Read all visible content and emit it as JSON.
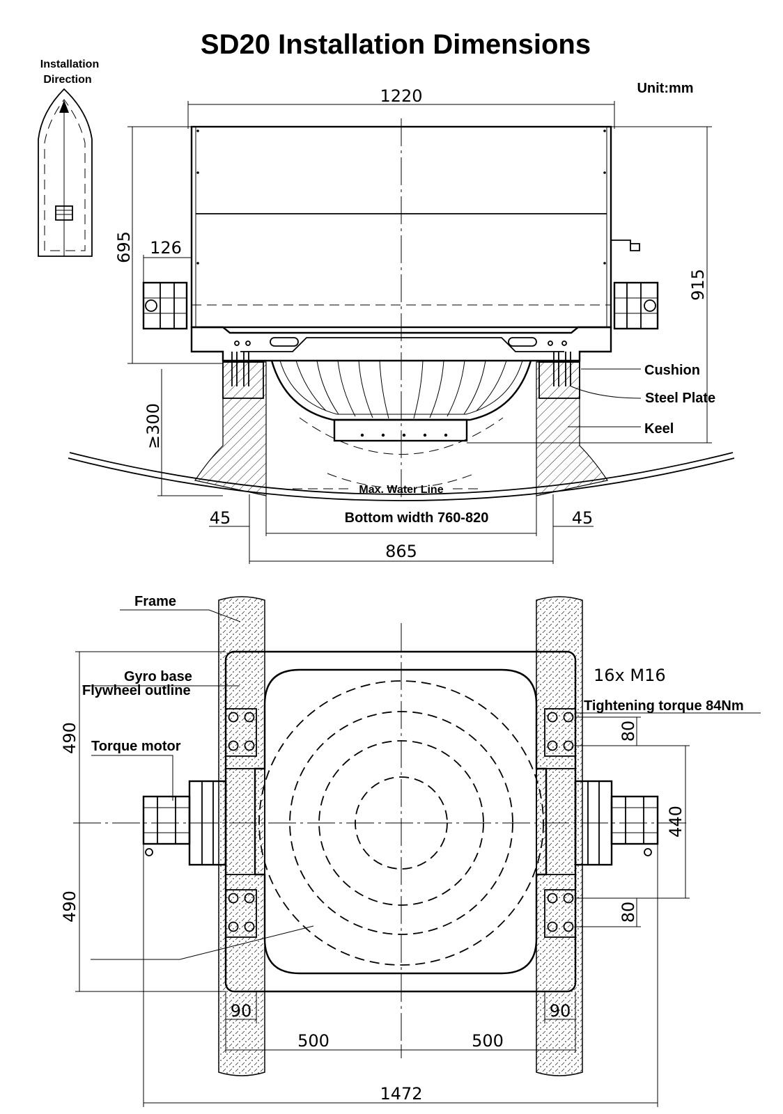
{
  "title": "SD20 Installation Dimensions",
  "unit": "Unit:mm",
  "installation_direction": [
    "Installation",
    "Direction"
  ],
  "side_view": {
    "dims": {
      "overall_width": "1220",
      "height_to_base": "695",
      "total_height": "915",
      "motor_offset": "126",
      "keel_clearance": "≥300",
      "left_margin": "45",
      "right_margin": "45",
      "bottom_width": "Bottom width 760-820",
      "keel_span": "865"
    },
    "callouts": {
      "cushion": "Cushion",
      "steel_plate": "Steel Plate",
      "keel": "Keel",
      "water_line": "Max. Water Line"
    }
  },
  "top_view": {
    "callouts": {
      "frame": "Frame",
      "gyro_base": "Gyro base",
      "flywheel": "Flywheel outline",
      "torque_motor": "Torque motor",
      "bolts": "16x  M16",
      "torque": "Tightening torque 84Nm"
    },
    "dims": {
      "upper_half": "490",
      "lower_half": "490",
      "bolt_pitch_top": "80",
      "bolt_pitch_bottom": "80",
      "bolt_span": "440",
      "rail_left": "90",
      "rail_right": "90",
      "half_left": "500",
      "half_right": "500",
      "overall": "1472"
    }
  }
}
